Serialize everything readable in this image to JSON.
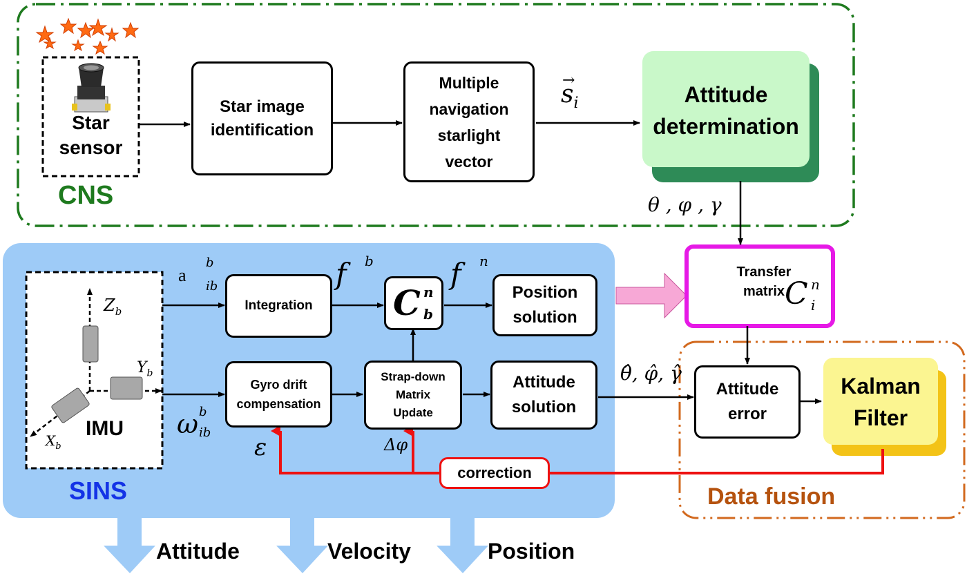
{
  "cns": {
    "label": "CNS",
    "star_sensor_label": "Star\nsensor",
    "star_image_label": "Star image\nidentification",
    "multiple_nav_label": "Multiple\nnavigation\nstarlight\nvector",
    "attitude_det_label": "Attitude\ndetermination",
    "vector_symbol": "s",
    "vector_sub": "i",
    "angles_label": "θ , φ , γ"
  },
  "sins": {
    "label": "SINS",
    "imu_label": "IMU",
    "axes": {
      "z": "Z",
      "y": "Y",
      "x": "X",
      "sub": "b"
    },
    "integration_label": "Integration",
    "gyro_label": "Gyro drift\ncompensation",
    "strapdown_label": "Strap-down\nMatrix\nUpdate",
    "cbn_main": "C",
    "cbn_sup": "n",
    "cbn_sub": "b",
    "position_solution_label": "Position\nsolution",
    "attitude_solution_label": "Attitude\nsolution",
    "accel_main": "a",
    "accel_sup": "b",
    "accel_sub": "ib",
    "omega_main": "ω",
    "omega_sup": "b",
    "omega_sub": "ib",
    "fb_main": "f",
    "fb_sup": "b",
    "fn_main": "f",
    "fn_sup": "n",
    "epsilon": "ε",
    "delta_phi": "Δφ"
  },
  "transfer": {
    "label": "Transfer\nmatrix",
    "c_main": "C",
    "c_sup": "n",
    "c_sub": "i"
  },
  "fusion": {
    "label": "Data fusion",
    "attitude_error_label": "Attitude\nerror",
    "kalman_label": "Kalman\nFilter",
    "estimates_label": "θ̂, φ̂, γ̂"
  },
  "correction_label": "correction",
  "outputs": [
    "Attitude",
    "Velocity",
    "Position"
  ],
  "colors": {
    "cns_border": "#1e7a1e",
    "sins_fill": "#9ecbf7",
    "sins_text": "#1433e6",
    "transfer_border": "#e619e6",
    "fusion_border": "#d2691e",
    "attitude_det_fill": "#c9f8c9",
    "attitude_det_shadow": "#2e8b57",
    "kalman_fill": "#fbf591",
    "kalman_shadow": "#f3c317",
    "correction_red": "#ee1111",
    "pink_arrow": "#f7a8d6",
    "output_arrow": "#9ecbf7",
    "star": "#ff6a13"
  }
}
